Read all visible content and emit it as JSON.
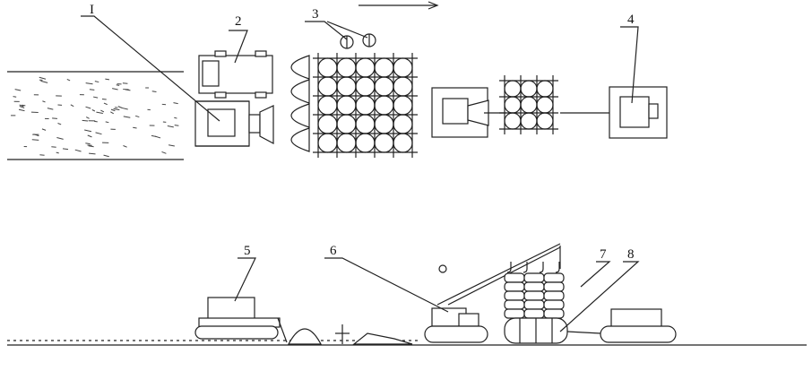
{
  "diagram": {
    "labels": {
      "l1": "I",
      "l2": "2",
      "l3": "3",
      "l4": "4",
      "l5": "5",
      "l6": "6",
      "l7": "7",
      "l8": "8"
    },
    "direction_arrow": "right"
  }
}
